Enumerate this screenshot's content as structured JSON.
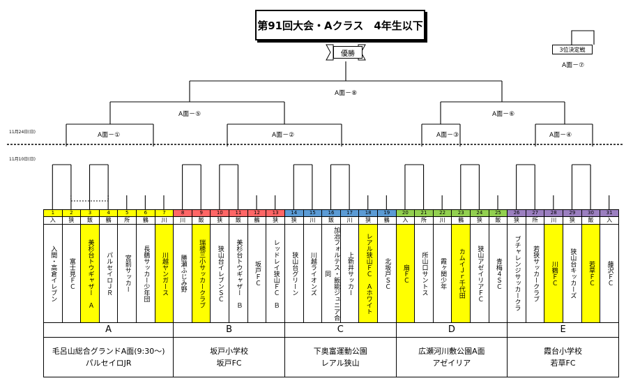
{
  "title": "第91回大会・Aクラス　4年生以下",
  "final_label": "優勝",
  "third_place": {
    "label": "3位決定戦",
    "match": "A面－⑦"
  },
  "dates": {
    "round2": "11月24日(日)",
    "round1": "11月10日(日)"
  },
  "matches": {
    "m1": "A面－①",
    "m2": "A面－②",
    "m3": "A面－③",
    "m4": "A面－④",
    "m5": "A面－⑤",
    "m6": "A面－⑥",
    "m8": "A面－⑧"
  },
  "teams": [
    {
      "num": "1",
      "abbr": "入",
      "name": "入間・高倉イレブン",
      "color": ""
    },
    {
      "num": "2",
      "abbr": "狭",
      "name": "富士見ＦＣ",
      "color": ""
    },
    {
      "num": "3",
      "abbr": "飯",
      "name": "美杉台トウギャザー　Ａ",
      "color": "yel"
    },
    {
      "num": "4",
      "abbr": "鶴",
      "name": "パルセイロＪＲ",
      "color": ""
    },
    {
      "num": "5",
      "abbr": "所",
      "name": "宮前サッカー",
      "color": ""
    },
    {
      "num": "6",
      "abbr": "鶴",
      "name": "長鶴サッカー少年団",
      "color": ""
    },
    {
      "num": "7",
      "abbr": "川",
      "name": "川越ヤンガース",
      "color": "yel"
    },
    {
      "num": "8",
      "abbr": "川",
      "name": "勝瀬ふじみ野",
      "color": ""
    },
    {
      "num": "9",
      "abbr": "飯",
      "name": "瑞穂三小サッカークラブ",
      "color": "yel"
    },
    {
      "num": "10",
      "abbr": "狭",
      "name": "狭山台イレブンＳＣ",
      "color": ""
    },
    {
      "num": "11",
      "abbr": "飯",
      "name": "美杉台トウギャザー　Ｂ",
      "color": ""
    },
    {
      "num": "12",
      "abbr": "鶴",
      "name": "坂戸ＦＣ",
      "color": ""
    },
    {
      "num": "13",
      "abbr": "狭",
      "name": "レッドレイ狭山ＦＣ　Ｂ",
      "color": ""
    },
    {
      "num": "14",
      "abbr": "狭",
      "name": "狭山台グリーン",
      "color": ""
    },
    {
      "num": "15",
      "abbr": "川",
      "name": "川越ライオンズ",
      "color": ""
    },
    {
      "num": "16",
      "abbr": "飯",
      "name": "加治フォルテス・飯能ジュニア合同",
      "color": ""
    },
    {
      "num": "17",
      "abbr": "川",
      "name": "上新井サッカー",
      "color": ""
    },
    {
      "num": "18",
      "abbr": "狭",
      "name": "レアル狭山ＦＣ　Ａホワイト",
      "color": "yel"
    },
    {
      "num": "19",
      "abbr": "鶴",
      "name": "北坂戸ＳＣ",
      "color": ""
    },
    {
      "num": "20",
      "abbr": "入",
      "name": "扇ＦＣ",
      "color": "yel"
    },
    {
      "num": "21",
      "abbr": "所",
      "name": "所山口サントス",
      "color": ""
    },
    {
      "num": "22",
      "abbr": "川",
      "name": "霞ヶ関少年",
      "color": ""
    },
    {
      "num": "23",
      "abbr": "鶴",
      "name": "カムイＪｒ千代田",
      "color": "yel"
    },
    {
      "num": "24",
      "abbr": "狭",
      "name": "狭山アゼイリアＦＣ",
      "color": ""
    },
    {
      "num": "25",
      "abbr": "飯",
      "name": "青梅４ＳＣ",
      "color": ""
    },
    {
      "num": "26",
      "abbr": "狭",
      "name": "ブチャレンジサッカークラ",
      "color": ""
    },
    {
      "num": "27",
      "abbr": "所",
      "name": "若狭サッカークラブ",
      "color": ""
    },
    {
      "num": "28",
      "abbr": "川",
      "name": "川鶴ＦＣ",
      "color": "yel"
    },
    {
      "num": "29",
      "abbr": "狭",
      "name": "狭山台キッカーズ",
      "color": ""
    },
    {
      "num": "30",
      "abbr": "飯",
      "name": "若草ＦＣ",
      "color": "yel"
    },
    {
      "num": "31",
      "abbr": "入",
      "name": "藤沢ＦＣ",
      "color": ""
    }
  ],
  "groups": [
    {
      "letter": "A",
      "venue": "毛呂山総合グランドA面(9:30～)",
      "host": "パルセイロJR"
    },
    {
      "letter": "B",
      "venue": "坂戸小学校",
      "host": "坂戸FC"
    },
    {
      "letter": "C",
      "venue": "下奥富運動公園",
      "host": "レアル狭山"
    },
    {
      "letter": "D",
      "venue": "広瀬河川敷公園A面",
      "host": "アゼイリア"
    },
    {
      "letter": "E",
      "venue": "霞台小学校",
      "host": "若草FC"
    }
  ]
}
